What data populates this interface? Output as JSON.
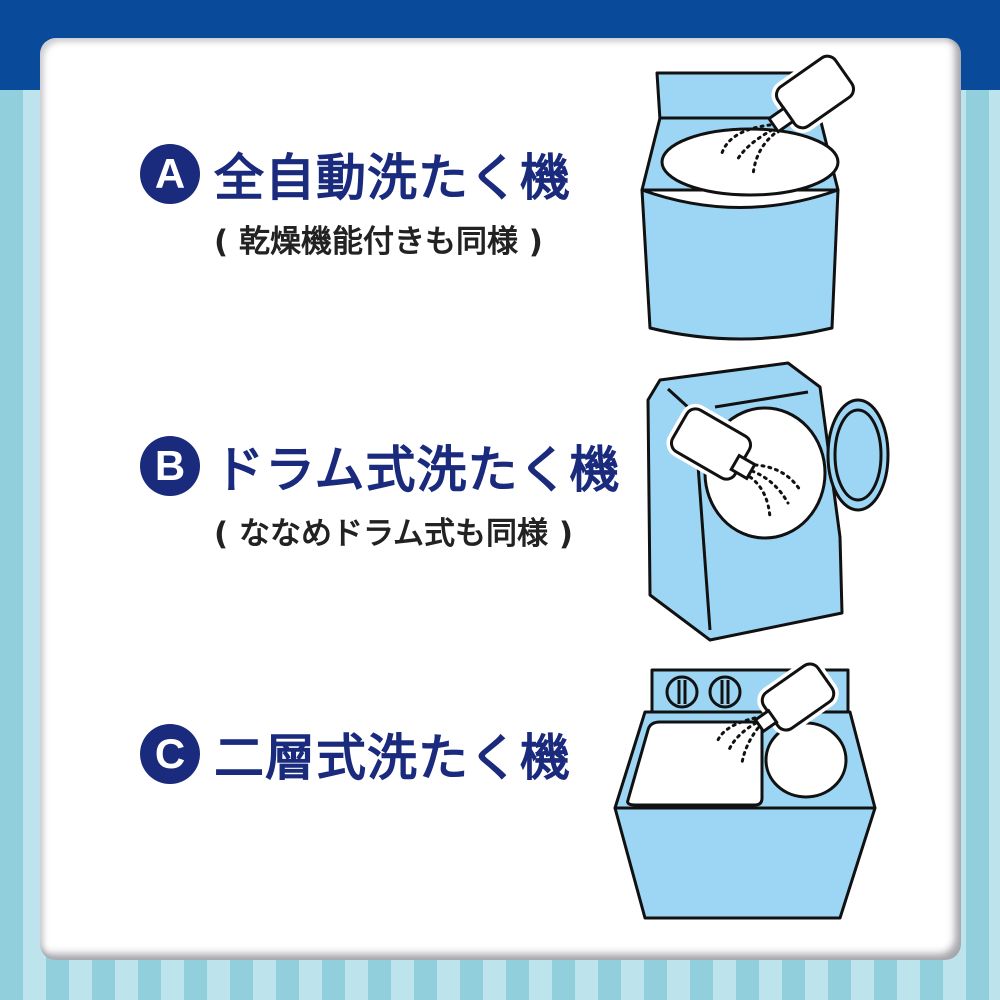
{
  "colors": {
    "header_blue": "#0a4a9a",
    "stripe_dark": "#92cfdd",
    "stripe_light": "#bde3ec",
    "text_navy": "#1a2a7c",
    "machine_blue": "#9dd6f4"
  },
  "items": [
    {
      "badge": "A",
      "title": "全自動洗たく機",
      "subtitle": "( 乾燥機能付きも同様 )",
      "illustration": "top-loading-washing-machine-icon"
    },
    {
      "badge": "B",
      "title": "ドラム式洗たく機",
      "subtitle": "( ななめドラム式も同様 )",
      "illustration": "drum-washing-machine-icon"
    },
    {
      "badge": "C",
      "title": "二層式洗たく機",
      "subtitle": "",
      "illustration": "twin-tub-washing-machine-icon"
    }
  ]
}
